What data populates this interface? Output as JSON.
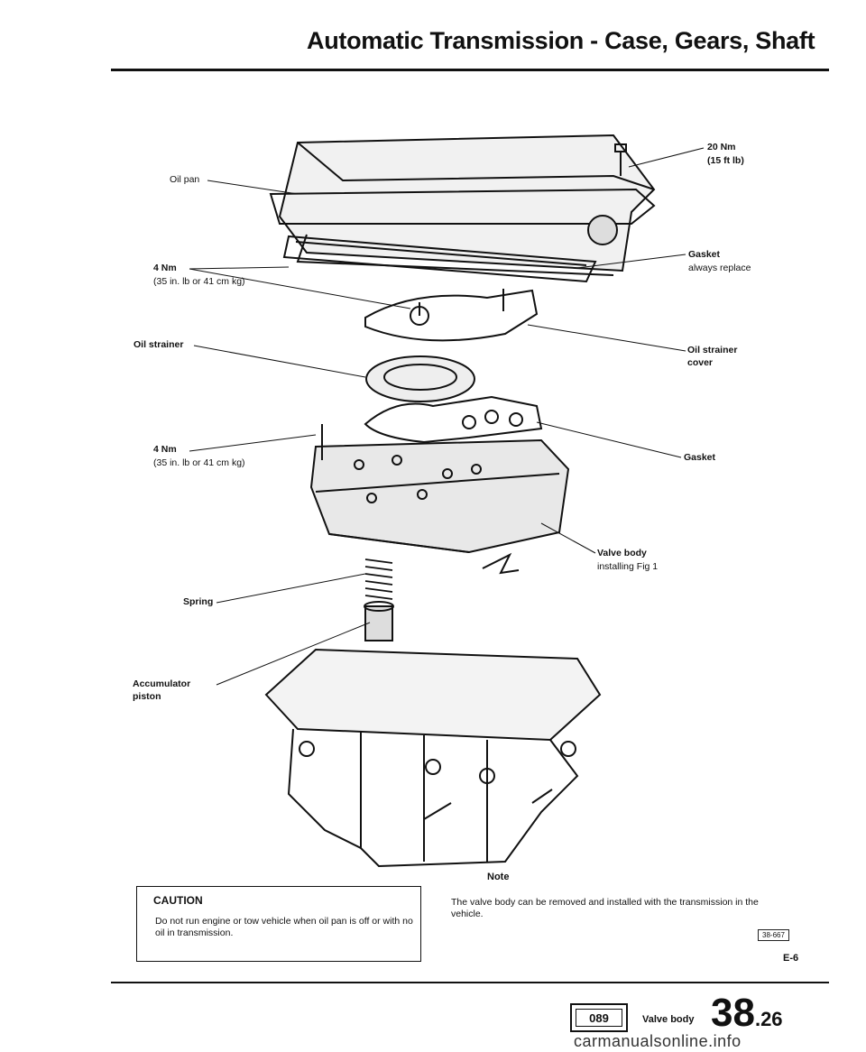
{
  "header": {
    "title": "Automatic Transmission - Case, Gears, Shaft"
  },
  "labels": {
    "oil_pan": "Oil pan",
    "torque_20": "20 Nm",
    "torque_20_imp": "(15 ft lb)",
    "torque_4a": "4 Nm",
    "torque_4a_imp": "(35 in. lb or 41 cm kg)",
    "gasket_a": "Gasket",
    "gasket_a_note": "always replace",
    "oil_strainer": "Oil strainer",
    "oil_strainer_cover_1": "Oil strainer",
    "oil_strainer_cover_2": "cover",
    "torque_4b": "4 Nm",
    "torque_4b_imp": "(35 in. lb or 41 cm kg)",
    "gasket_b": "Gasket",
    "valve_body": "Valve body",
    "valve_body_note": "installing Fig 1",
    "spring": "Spring",
    "accumulator_1": "Accumulator",
    "accumulator_2": "piston"
  },
  "caution": {
    "title": "CAUTION",
    "text": "Do not run engine or tow vehicle when oil pan is off or with no oil in transmission."
  },
  "note": {
    "title": "Note",
    "text": "The valve body can be removed and installed with the transmission in the vehicle."
  },
  "figure_ref": "38-667",
  "page_code": "E-6",
  "footer": {
    "model": "089",
    "section_label": "Valve body",
    "section_main": "38",
    "section_sub": ".26"
  },
  "watermark": "carmanualsonline.info"
}
